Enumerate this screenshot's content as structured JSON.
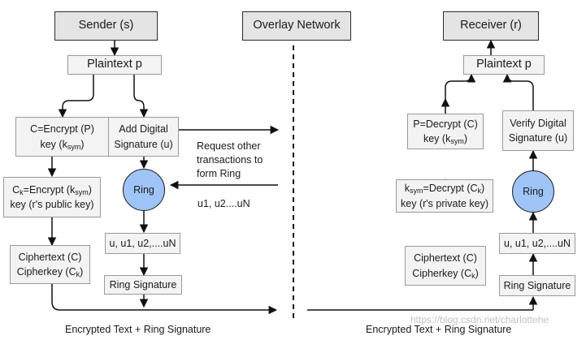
{
  "sender": {
    "header": "Sender (s)",
    "plaintext": "Plaintext p",
    "encrypt_c": {
      "line1": "C=Encrypt (P)",
      "line2_pre": "key (k",
      "line2_sub": "sym",
      "line2_post": ")"
    },
    "add_sig": {
      "line1": "Add Digital",
      "line2": "Signature (u)"
    },
    "encrypt_ck": {
      "l1_a": "C",
      "l1_sub1": "k",
      "l1_b": "=Encrypt (k",
      "l1_sub2": "sym",
      "l1_c": ")",
      "line2": "key (r's public key)"
    },
    "ring": "Ring",
    "members": "u, u1, u2,....uN",
    "cipher": {
      "line1": "Ciphertext (C)",
      "l2_pre": "Cipherkey (C",
      "l2_sub": "k",
      "l2_post": ")"
    },
    "ring_sig": "Ring Signature",
    "footer": "Encrypted Text + Ring Signature"
  },
  "overlay": {
    "header": "Overlay Network",
    "request_text": [
      "Request other",
      "transactions to",
      "form Ring"
    ],
    "reply_text": "u1, u2....uN"
  },
  "receiver": {
    "header": "Receiver (r)",
    "plaintext": "Plaintext p",
    "decrypt_p": {
      "line1": "P=Decrypt (C)",
      "line2_pre": "key (k",
      "line2_sub": "sym",
      "line2_post": ")"
    },
    "verify_sig": {
      "line1": "Verify Digital",
      "line2": "Signature (u)"
    },
    "decrypt_k": {
      "l1_a": "k",
      "l1_sub1": "sym",
      "l1_b": "=Decrypt (C",
      "l1_sub2": "k",
      "l1_c": ")",
      "line2": "key (r's private key)"
    },
    "ring": "Ring",
    "members": "u, u1, u2,....uN",
    "cipher": {
      "line1": "Ciphertext (C)",
      "l2_pre": "Cipherkey (C",
      "l2_sub": "k",
      "l2_post": ")"
    },
    "ring_sig": "Ring Signature",
    "footer": "Encrypted Text + Ring Signature"
  },
  "watermark": "https://blog.csdn.net/charlottehe",
  "colors": {
    "ring_fill": "#9fc5f8",
    "box_fill": "#f3f3f3",
    "header_fill": "#e4e4e4",
    "border": "#9a9a9a"
  }
}
